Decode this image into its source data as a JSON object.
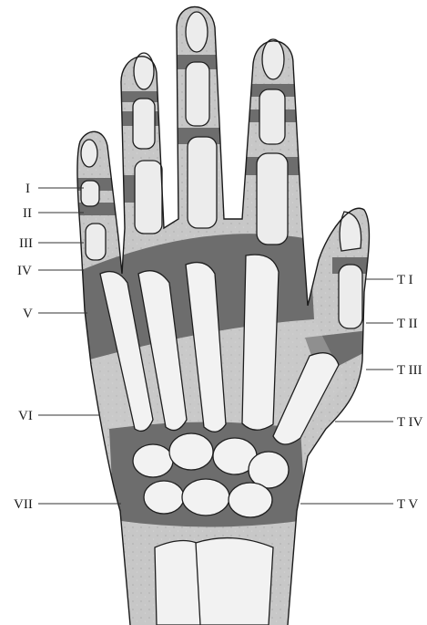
{
  "colors": {
    "background": "#ffffff",
    "hand_light": "#c7c7c7",
    "hand_dark": "#6d6d6d",
    "bone": "#ececec"
  },
  "labels_left": [
    {
      "id": "I",
      "text": "I"
    },
    {
      "id": "II",
      "text": "II"
    },
    {
      "id": "III",
      "text": "III"
    },
    {
      "id": "IV",
      "text": "IV"
    },
    {
      "id": "V",
      "text": "V"
    },
    {
      "id": "VI",
      "text": "VI"
    },
    {
      "id": "VII",
      "text": "VII"
    }
  ],
  "labels_right": [
    {
      "id": "TI",
      "text": "T I"
    },
    {
      "id": "TII",
      "text": "T II"
    },
    {
      "id": "TIII",
      "text": "T III"
    },
    {
      "id": "TIV",
      "text": "T IV"
    },
    {
      "id": "TV",
      "text": "T V"
    }
  ]
}
